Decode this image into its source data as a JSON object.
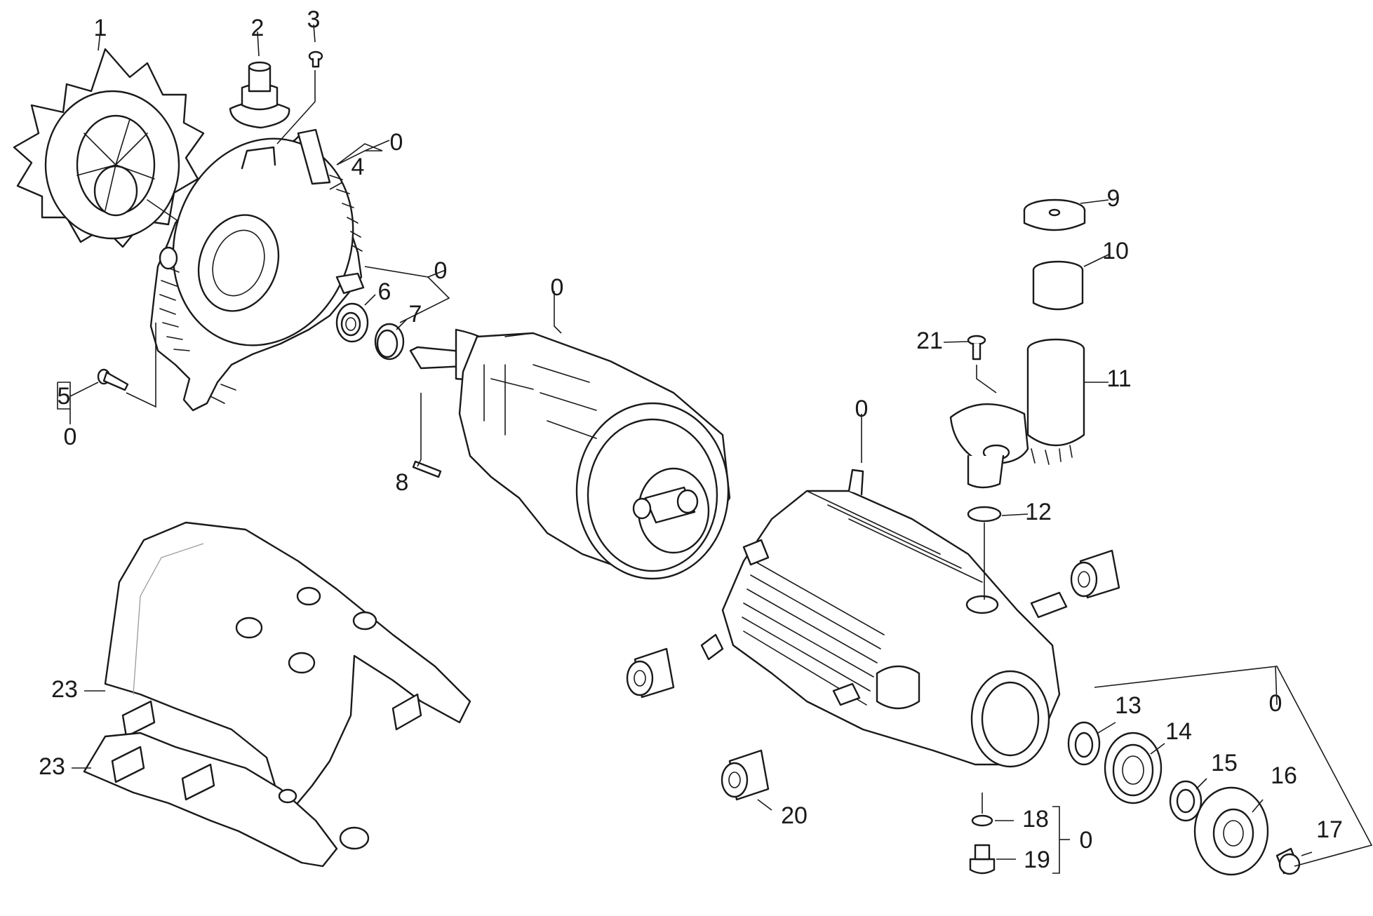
{
  "callouts": [
    {
      "id": "c1",
      "text": "1"
    },
    {
      "id": "c2",
      "text": "2"
    },
    {
      "id": "c3",
      "text": "3"
    },
    {
      "id": "c0a",
      "text": "0"
    },
    {
      "id": "c4",
      "text": "4"
    },
    {
      "id": "c0b",
      "text": "0"
    },
    {
      "id": "c6",
      "text": "6"
    },
    {
      "id": "c7",
      "text": "7"
    },
    {
      "id": "c5",
      "text": "5"
    },
    {
      "id": "c0c",
      "text": "0"
    },
    {
      "id": "c0d",
      "text": "0"
    },
    {
      "id": "c8",
      "text": "8"
    },
    {
      "id": "c9",
      "text": "9"
    },
    {
      "id": "c10",
      "text": "10"
    },
    {
      "id": "c21",
      "text": "21"
    },
    {
      "id": "c11",
      "text": "11"
    },
    {
      "id": "c0e",
      "text": "0"
    },
    {
      "id": "c12",
      "text": "12"
    },
    {
      "id": "c23a",
      "text": "23"
    },
    {
      "id": "c23b",
      "text": "23"
    },
    {
      "id": "c13",
      "text": "13"
    },
    {
      "id": "c14",
      "text": "14"
    },
    {
      "id": "c0f",
      "text": "0"
    },
    {
      "id": "c15",
      "text": "15"
    },
    {
      "id": "c16",
      "text": "16"
    },
    {
      "id": "c18",
      "text": "18"
    },
    {
      "id": "c0g",
      "text": "0"
    },
    {
      "id": "c17",
      "text": "17"
    },
    {
      "id": "c19",
      "text": "19"
    },
    {
      "id": "c20",
      "text": "20"
    }
  ]
}
